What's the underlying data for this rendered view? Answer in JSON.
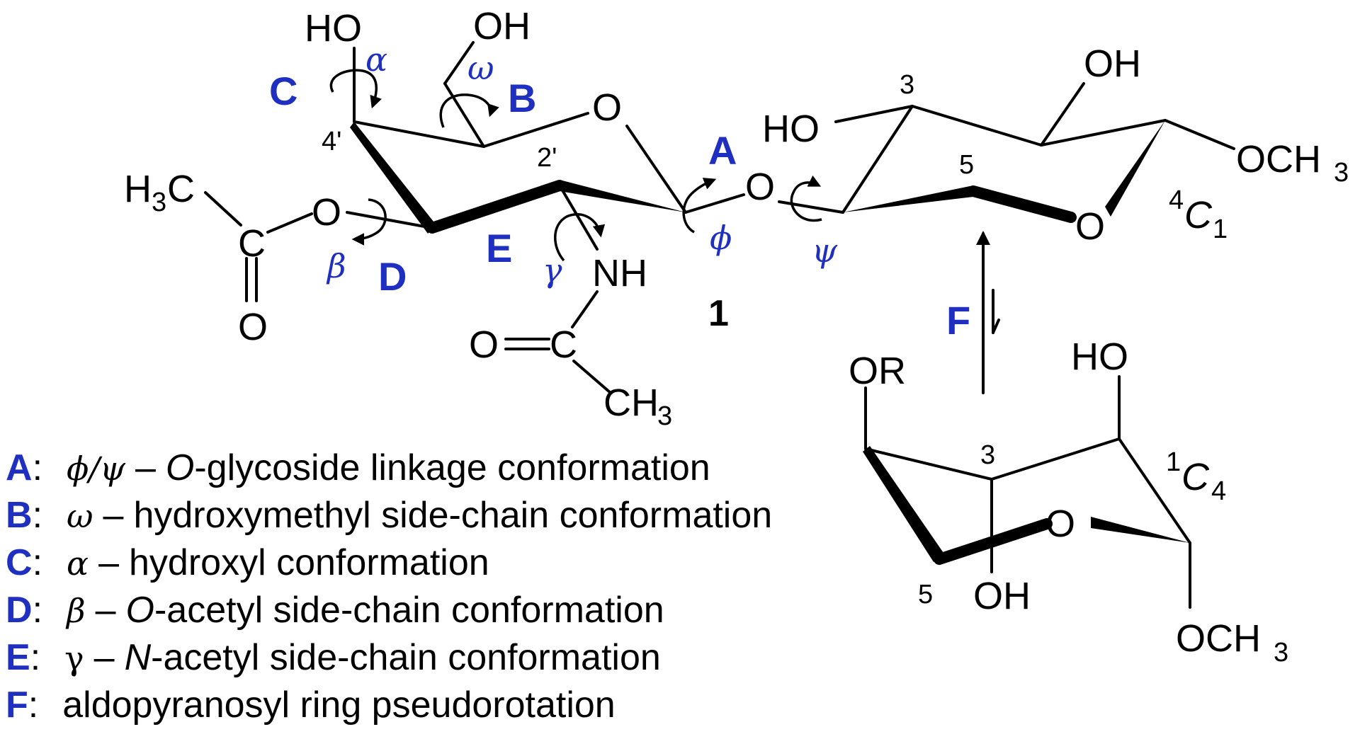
{
  "colors": {
    "label_blue": "#1f2fbf",
    "ink": "#000000"
  },
  "structure_1": {
    "compound_number": "1",
    "atoms": {
      "ho_c4": "HO",
      "oh_c6": "OH",
      "ring_o_left": "O",
      "h3c": "H",
      "h3c_sub": "3",
      "h3c_c": "C",
      "ester_o": "O",
      "carbonyl_c": "C",
      "carbonyl_o": "O",
      "glyco_o": "O",
      "nh": "NH",
      "amide_o": "O",
      "amide_c": "C",
      "ch3_amide": "CH",
      "ch3_amide_sub": "3",
      "ho_right": "HO",
      "oh_right": "OH",
      "och3_right": "OCH",
      "och3_right_sub": "3",
      "ring_o_right": "O"
    },
    "position_labels": {
      "c4prime": "4'",
      "c2prime": "2'",
      "c3": "3",
      "c5": "5"
    },
    "conformation_top": {
      "sup": "4",
      "letter": "C",
      "sub": "1"
    },
    "region_labels": {
      "A": "A",
      "B": "B",
      "C": "C",
      "D": "D",
      "E": "E",
      "F": "F"
    },
    "angle_symbols": {
      "alpha": "α",
      "omega": "ω",
      "beta": "β",
      "gamma": "γ",
      "phi": "ϕ",
      "psi": "ψ"
    }
  },
  "structure_2": {
    "atoms": {
      "or": "OR",
      "ho": "HO",
      "ring_o": "O",
      "oh": "OH",
      "och3": "OCH",
      "och3_sub": "3"
    },
    "position_labels": {
      "c3": "3",
      "c5": "5"
    },
    "conformation_bottom": {
      "sup": "1",
      "letter": "C",
      "sub": "4"
    }
  },
  "legend": [
    {
      "key": "A",
      "symbol": "ϕ/ψ",
      "symbol_italic": true,
      "dash": "–",
      "text_italic_part": "O",
      "text": "-glycoside linkage conformation"
    },
    {
      "key": "B",
      "symbol": "ω",
      "symbol_italic": true,
      "dash": "–",
      "text_italic_part": "",
      "text": "hydroxymethyl side-chain conformation"
    },
    {
      "key": "C",
      "symbol": "α",
      "symbol_italic": true,
      "dash": "–",
      "text_italic_part": "",
      "text": "hydroxyl conformation"
    },
    {
      "key": "D",
      "symbol": "β",
      "symbol_italic": true,
      "dash": "–",
      "text_italic_part": "O",
      "text": "-acetyl side-chain conformation"
    },
    {
      "key": "E",
      "symbol": "γ",
      "symbol_italic": false,
      "dash": "–",
      "text_italic_part": "N",
      "text": "-acetyl side-chain conformation"
    },
    {
      "key": "F",
      "symbol": "",
      "symbol_italic": false,
      "dash": "",
      "text_italic_part": "",
      "text": "aldopyranosyl ring pseudorotation"
    }
  ]
}
